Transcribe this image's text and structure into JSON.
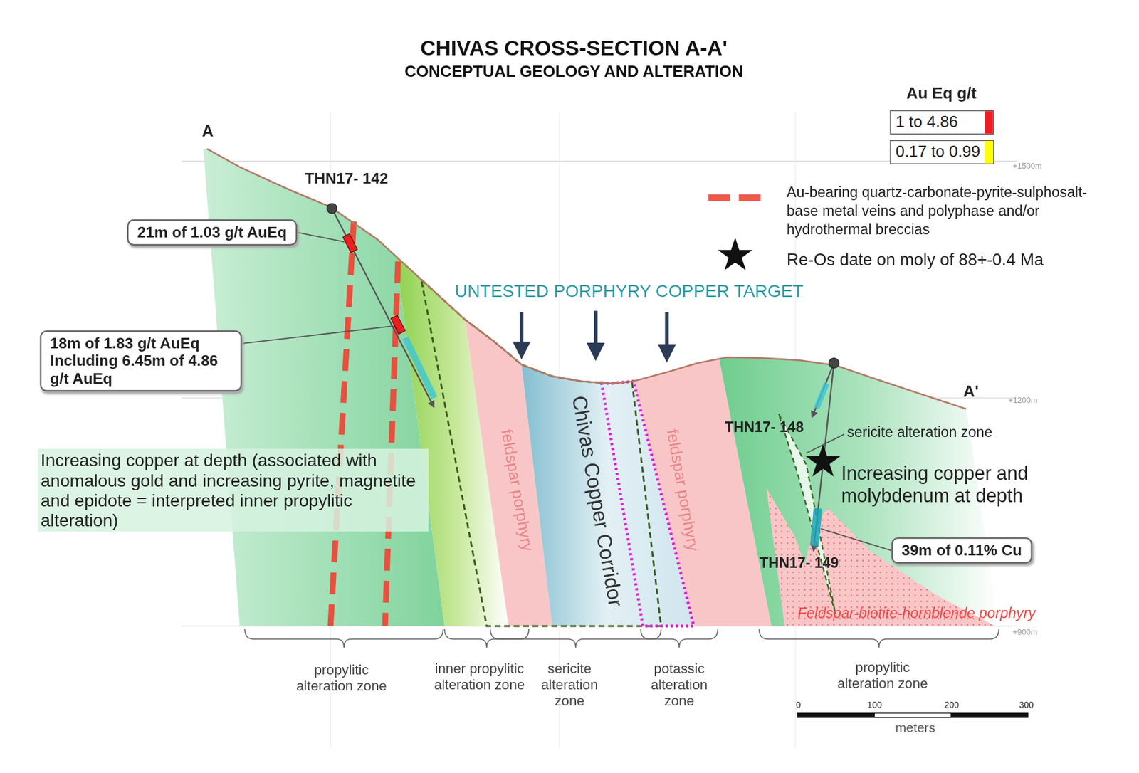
{
  "diagram": {
    "title": "CHIVAS CROSS-SECTION A-A'",
    "nodes": [
      {
        "text": [
          "21m of 1.03 g/t AuEq"
        ]
      },
      {
        "text": [
          "18m of 1.83 g/t AuEq Including 6.45m of 4.86 g/t AuEq"
        ]
      },
      {
        "text": [
          "feldspar porphyry"
        ]
      },
      {
        "text": [
          "Chivas Copper Corridor"
        ]
      },
      {
        "text": [
          "feldspar porphyry"
        ]
      },
      {
        "text": [
          "39m of 0.11% Cu"
        ]
      },
      {
        "text": [
          "Feldspar-biotite-hornblende porphyry"
        ]
      }
    ],
    "labels": [
      "CONCEPTUAL GEOLOGY AND ALTERATION",
      "A",
      "A'",
      "THN17- 142",
      "THN17- 148",
      "THN17- 149",
      "UNTESTED PORPHYRY COPPER TARGET",
      "Increasing copper at depth (associated with anomalous gold and increasing pyrite, magnetite and epidote = interpreted inner propylitic alteration)",
      "sericite alteration zone",
      "Increasing copper and molybdenum at depth",
      "propylitic alteration zone",
      "inner propylitic alteration zone",
      "sericite alteration zone",
      "potassic alteration zone",
      "propylitic alteration zone",
      "0",
      "100",
      "200",
      "300",
      "meters",
      "+1500m",
      "+1200m",
      "+900m",
      "Au Eq g/t"
    ],
    "legend": [
      {
        "text": "1 to 4.86",
        "color": "#ee1c24"
      },
      {
        "text": "0.17 to 0.99",
        "color": "#ffff00"
      },
      {
        "text": "Au-bearing quartz-carbonate-pyrite-sulphosalt-base metal veins and polyphase and/or hydrothermal breccias"
      },
      {
        "text": "Re-Os date on moly of 88+-0.4 Ma"
      }
    ]
  }
}
